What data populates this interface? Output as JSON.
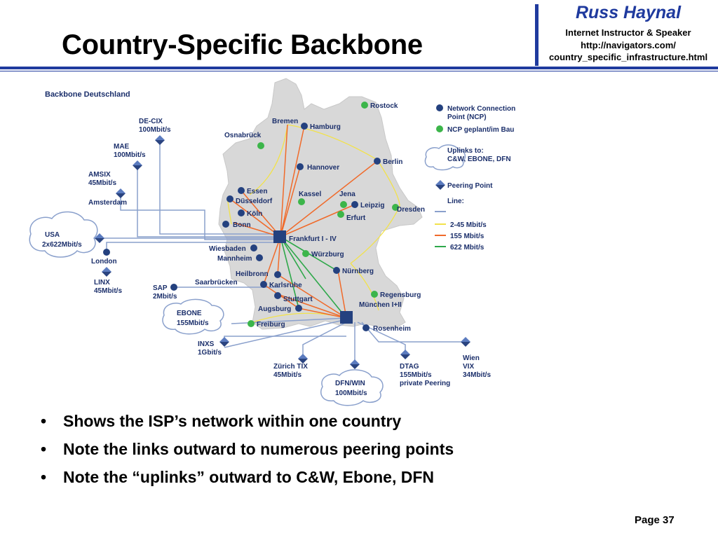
{
  "slide": {
    "title": "Country-Specific Backbone",
    "author": "Russ Haynal",
    "role": "Internet Instructor & Speaker",
    "url_line1": "http://navigators.com/",
    "url_line2": "country_specific_infrastructure.html",
    "page": "Page 37"
  },
  "bullets": [
    {
      "marker": "•",
      "text": "Shows the ISP’s network within one country"
    },
    {
      "marker": "•",
      "text": "Note the links outward to numerous peering points"
    },
    {
      "marker": "•",
      "text": "Note the “uplinks” outward to C&W, Ebone, DFN"
    }
  ],
  "diagram": {
    "title": "Backbone Deutschland",
    "legend": {
      "ncp": "Network Connection",
      "ncp2": "Point (NCP)",
      "ncp_planned": "NCP geplant/im Bau",
      "uplinks": "Uplinks to:",
      "uplinks2": "C&W, EBONE, DFN",
      "peering": "Peering Point",
      "line": "Line:",
      "l245": "2-45 Mbit/s",
      "l155": "155 Mbit/s",
      "l622": "622 Mbit/s"
    },
    "colors": {
      "blue_line": "#8aa0cc",
      "yellow_line": "#f2e24a",
      "orange_line": "#f06a2a",
      "green_line": "#2ea84a",
      "ncp_dot": "#24417f",
      "planned_dot": "#3cb54a",
      "map_fill": "#d8d8d8"
    },
    "cities": {
      "rostock": "Rostock",
      "bremen": "Bremen",
      "hamburg": "Hamburg",
      "osnabrueck": "Osnabrück",
      "berlin": "Berlin",
      "hannover": "Hannover",
      "essen": "Essen",
      "duesseldorf": "Düsseldorf",
      "koeln": "Köln",
      "bonn": "Bonn",
      "kassel": "Kassel",
      "jena": "Jena",
      "leipzig": "Leipzig",
      "dresden": "Dresden",
      "erfurt": "Erfurt",
      "frankfurt": "Frankfurt I - IV",
      "wiesbaden": "Wiesbaden",
      "mannheim": "Mannheim",
      "wuerzburg": "Würzburg",
      "heilbronn": "Heilbronn",
      "nuernberg": "Nürnberg",
      "saarbruecken": "Saarbrücken",
      "karlsruhe": "Karlsruhe",
      "stuttgart": "Stuttgart",
      "regensburg": "Regensburg",
      "augsburg": "Augsburg",
      "muenchen": "München I+II",
      "freiburg": "Freiburg",
      "rosenheim": "Rosenheim"
    },
    "peers": {
      "decix": "DE-CIX",
      "decix_bw": "100Mbit/s",
      "mae": "MAE",
      "mae_bw": "100Mbit/s",
      "amsix": "AMSIX",
      "amsix_bw": "45Mbit/s",
      "amsix_city": "Amsterdam",
      "usa": "USA",
      "usa_bw": "2x622Mbit/s",
      "london": "London",
      "linx": "LINX",
      "linx_bw": "45Mbit/s",
      "sap": "SAP",
      "sap_bw": "2Mbit/s",
      "ebone": "EBONE",
      "ebone_bw": "155Mbit/s",
      "inxs": "INXS",
      "inxs_bw": "1Gbit/s",
      "zurich": "Zürich TIX",
      "zurich_bw": "45Mbit/s",
      "dfn": "DFN/WIN",
      "dfn_bw": "100Mbit/s",
      "dtag": "DTAG",
      "dtag_bw": "155Mbit/s",
      "dtag_note": "private Peering",
      "wien": "Wien",
      "wien_vix": "VIX",
      "wien_bw": "34Mbit/s"
    }
  }
}
